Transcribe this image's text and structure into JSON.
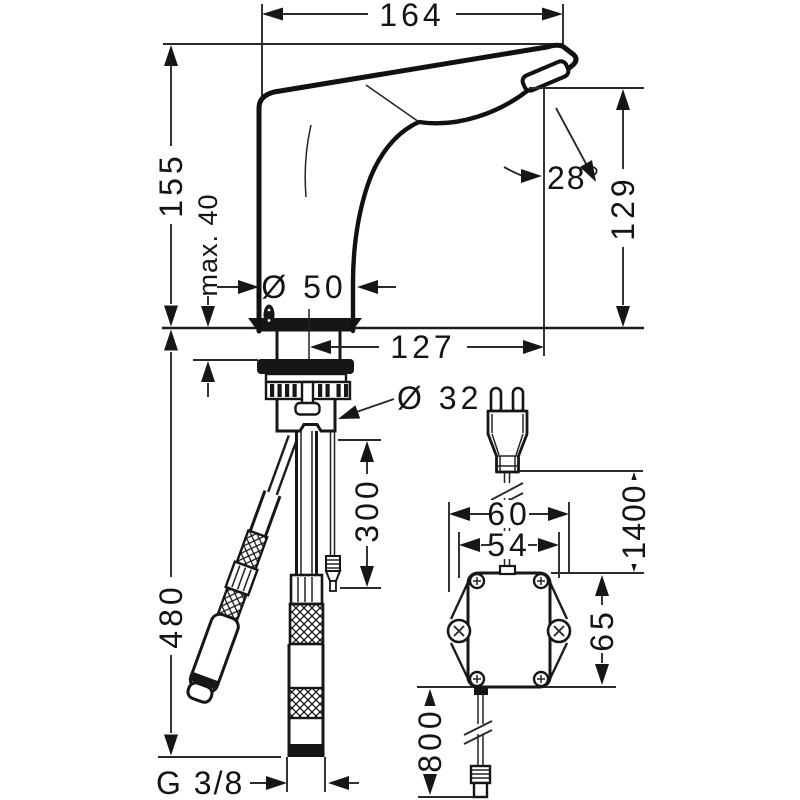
{
  "drawing": {
    "type": "technical-dimension-drawing",
    "subject": "electronic basin mixer tap with supply hoses, sensor cable, mains plug and control box",
    "colors": {
      "line": "#161616",
      "background": "#ffffff"
    },
    "dims": {
      "d164": "164",
      "d155": "155",
      "max40": "max. 40",
      "d129": "129",
      "a28": "28°",
      "dia50": "Ø 50",
      "d127": "127",
      "dia32": "Ø 32",
      "d300": "300",
      "d480": "480",
      "g38": "G 3/8",
      "d60": "60",
      "d54": "54",
      "d1400": "1400",
      "d65": "65",
      "d800": "800"
    }
  }
}
